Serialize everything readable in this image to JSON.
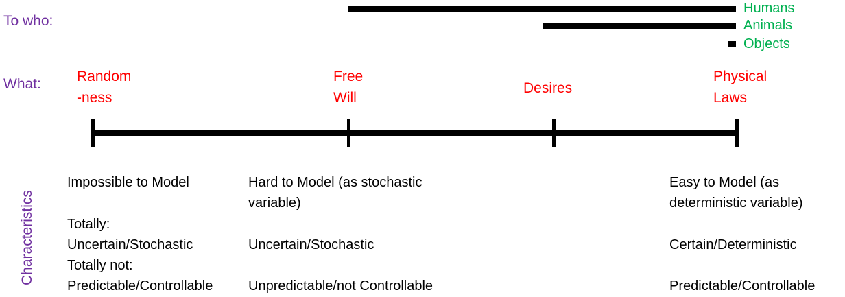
{
  "colors": {
    "label": "#7030a0",
    "concept": "#ff0000",
    "who": "#00b050",
    "line": "#000000"
  },
  "rows": {
    "to_who": "To who:",
    "what": "What:",
    "characteristics": "Characteristics"
  },
  "concepts": [
    {
      "line1": "Random",
      "line2": "-ness"
    },
    {
      "line1": "Free",
      "line2": "Will"
    },
    {
      "line1": "Desires",
      "line2": ""
    },
    {
      "line1": "Physical",
      "line2": "Laws"
    }
  ],
  "who": [
    "Humans",
    "Animals",
    "Objects"
  ],
  "characteristics": {
    "col1": {
      "model": "Impossible to Model",
      "totally": "Totally:",
      "uncertain": "Uncertain/Stochastic",
      "totally_not": "Totally not:",
      "predictable": "Predictable/Controllable"
    },
    "col2": {
      "model_line1": "Hard to Model (as stochastic",
      "model_line2": "variable)",
      "uncertain": "Uncertain/Stochastic",
      "predictable": "Unpredictable/not Controllable"
    },
    "col3": {
      "model_line1": "Easy to Model (as",
      "model_line2": "deterministic variable)",
      "certain": "Certain/Deterministic",
      "predictable": "Predictable/Controllable"
    }
  }
}
